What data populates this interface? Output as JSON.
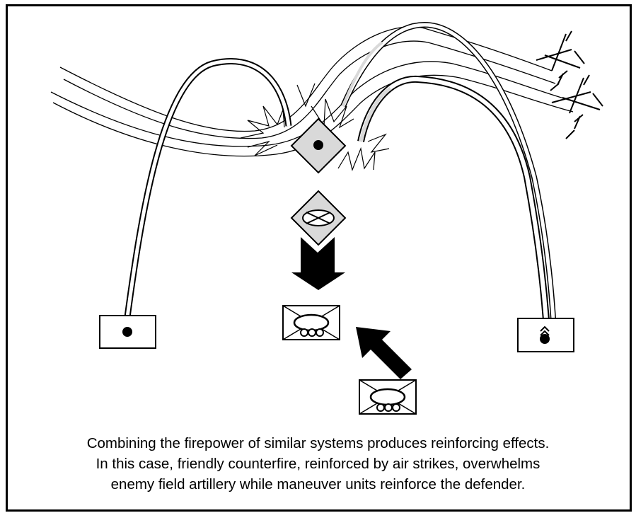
{
  "caption": {
    "line1": "Combining the firepower of similar systems produces reinforcing effects.",
    "line2": "In this case, friendly counterfire, reinforced by air strikes, overwhelms",
    "line3": "enemy field artillery while maneuver units reinforce the defender."
  },
  "colors": {
    "stroke": "#000000",
    "fill_gray": "#d9d9d9",
    "background": "#ffffff"
  },
  "icons": [
    "aircraft-icon",
    "explosion-icon",
    "artillery-unit-symbol",
    "mechanized-infantry-symbol",
    "arrow-icon"
  ]
}
